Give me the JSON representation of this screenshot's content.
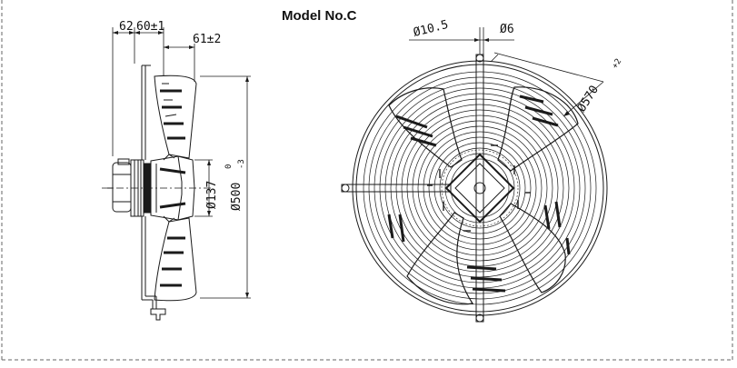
{
  "title": "Model No.C",
  "side_view": {
    "dim_a": "62",
    "dim_b": "60±1",
    "dim_c": "61±2",
    "dim_hub": "Ø137",
    "dim_fan": "Ø500",
    "dim_fan_tol_upper": "0",
    "dim_fan_tol_lower": "-3"
  },
  "front_view": {
    "dim_hole": "Ø10.5",
    "dim_pin": "Ø6",
    "dim_guard": "Ø570",
    "dim_guard_tol": "+2"
  },
  "colors": {
    "line": "#1a1a1a",
    "frame": "#666666"
  }
}
